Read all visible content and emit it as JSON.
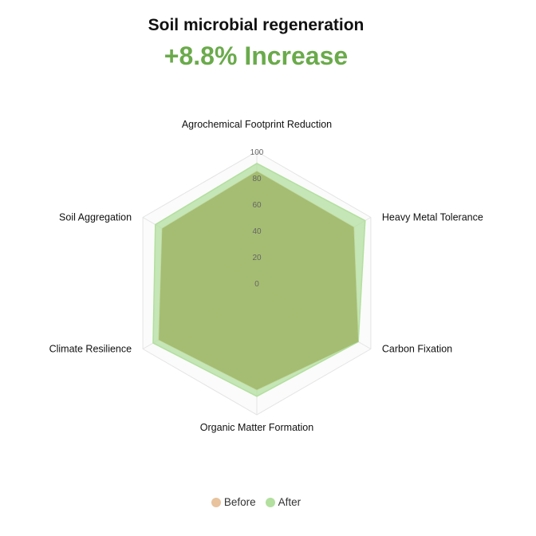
{
  "title": "Soil microbial regeneration",
  "subtitle": "+8.8% Increase",
  "colors": {
    "before": "#e8c39e",
    "after": "#b3df9f",
    "subtitle": "#6aaa4b",
    "overlap": "#8ea64a"
  },
  "legend": [
    {
      "name": "Before",
      "color": "#e8c39e"
    },
    {
      "name": "After",
      "color": "#b3df9f"
    }
  ],
  "chart_data": {
    "type": "radar",
    "categories": [
      "Agrochemical Footprint Reduction",
      "Heavy Metal Tolerance",
      "Carbon Fixation",
      "Organic Matter Formation",
      "Climate Resilience",
      "Soil Aggregation"
    ],
    "series": [
      {
        "name": "Before",
        "values": [
          85,
          85,
          89,
          81,
          86,
          83
        ]
      },
      {
        "name": "After",
        "values": [
          91,
          95,
          89,
          86,
          91,
          89
        ]
      }
    ],
    "r_ticks": [
      "0",
      "20",
      "40",
      "60",
      "80",
      "100"
    ],
    "r_range": [
      0,
      100
    ],
    "grid": true,
    "legend_position": "bottom"
  }
}
